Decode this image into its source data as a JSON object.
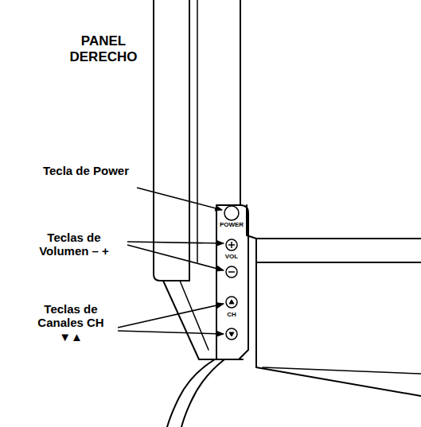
{
  "diagram": {
    "title": "PANEL DERECHO",
    "labels": [
      "Tecla de Power",
      "POWER",
      "Teclas de Volumen – +",
      "VOL",
      "Teclas de Canales CH ▼▲",
      "CH"
    ]
  }
}
